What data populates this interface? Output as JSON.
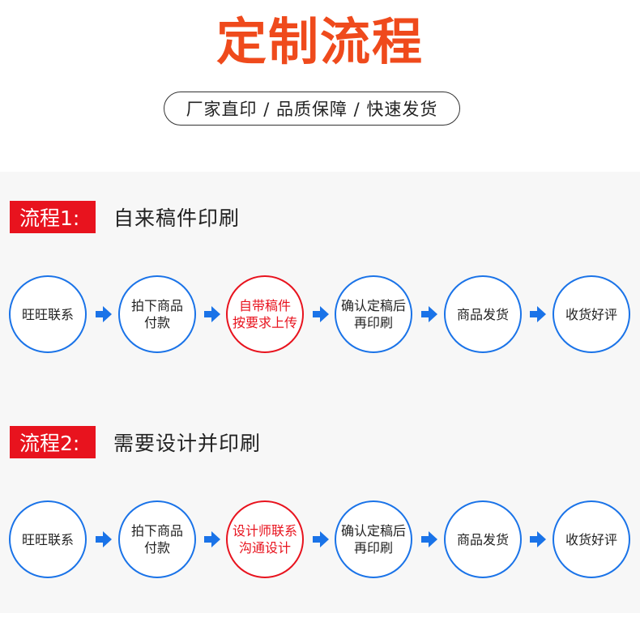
{
  "title": "定制流程",
  "tagline": "厂家直印 / 品质保障  /  快速发货",
  "colors": {
    "title": "#ef4a1c",
    "accent_red": "#e8131e",
    "step_blue": "#1a73e8"
  },
  "flows": [
    {
      "tag": "流程1:",
      "heading": "自来稿件印刷",
      "steps": [
        {
          "text": "旺旺联系",
          "highlight": false
        },
        {
          "text": "拍下商品\n付款",
          "highlight": false
        },
        {
          "text": "自带稿件\n按要求上传",
          "highlight": true
        },
        {
          "text": "确认定稿后\n再印刷",
          "highlight": false
        },
        {
          "text": "商品发货",
          "highlight": false
        },
        {
          "text": "收货好评",
          "highlight": false
        }
      ]
    },
    {
      "tag": "流程2:",
      "heading": "需要设计并印刷",
      "steps": [
        {
          "text": "旺旺联系",
          "highlight": false
        },
        {
          "text": "拍下商品\n付款",
          "highlight": false
        },
        {
          "text": "设计师联系\n沟通设计",
          "highlight": true
        },
        {
          "text": "确认定稿后\n再印刷",
          "highlight": false
        },
        {
          "text": "商品发货",
          "highlight": false
        },
        {
          "text": "收货好评",
          "highlight": false
        }
      ]
    }
  ]
}
